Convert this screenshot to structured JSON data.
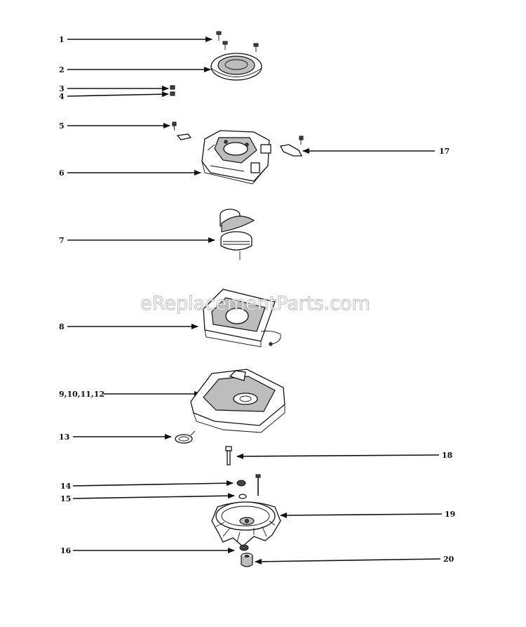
{
  "watermark": "eReplacementParts.com",
  "callouts": [
    {
      "id": "c1",
      "text": "1"
    },
    {
      "id": "c2",
      "text": "2"
    },
    {
      "id": "c3",
      "text": "3"
    },
    {
      "id": "c4",
      "text": "4"
    },
    {
      "id": "c5",
      "text": "5"
    },
    {
      "id": "c6",
      "text": "6"
    },
    {
      "id": "c7",
      "text": "7"
    },
    {
      "id": "c8",
      "text": "8"
    },
    {
      "id": "c9",
      "text": "9,10,11,12"
    },
    {
      "id": "c13",
      "text": "13"
    },
    {
      "id": "c14",
      "text": "14"
    },
    {
      "id": "c15",
      "text": "15"
    },
    {
      "id": "c16",
      "text": "16"
    },
    {
      "id": "c17",
      "text": "17"
    },
    {
      "id": "c18",
      "text": "18"
    },
    {
      "id": "c19",
      "text": "19"
    },
    {
      "id": "c20",
      "text": "20"
    }
  ]
}
